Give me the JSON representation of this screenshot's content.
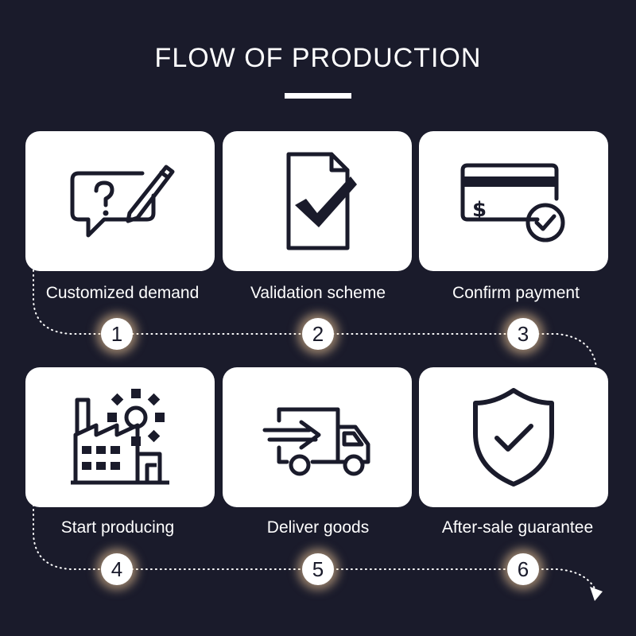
{
  "header": {
    "title": "FLOW OF PRODUCTION"
  },
  "steps": [
    {
      "number": "1",
      "label": "Customized demand",
      "icon": "chat-question-pencil-icon"
    },
    {
      "number": "2",
      "label": "Validation scheme",
      "icon": "document-check-icon"
    },
    {
      "number": "3",
      "label": "Confirm payment",
      "icon": "credit-card-check-icon"
    },
    {
      "number": "4",
      "label": "Start producing",
      "icon": "factory-gear-icon"
    },
    {
      "number": "5",
      "label": "Deliver goods",
      "icon": "delivery-truck-icon"
    },
    {
      "number": "6",
      "label": "After-sale guarantee",
      "icon": "shield-check-icon"
    }
  ],
  "colors": {
    "background": "#1a1b2b",
    "card": "#ffffff",
    "icon_stroke": "#1a1b2b",
    "glow": "#ffd6a0"
  }
}
